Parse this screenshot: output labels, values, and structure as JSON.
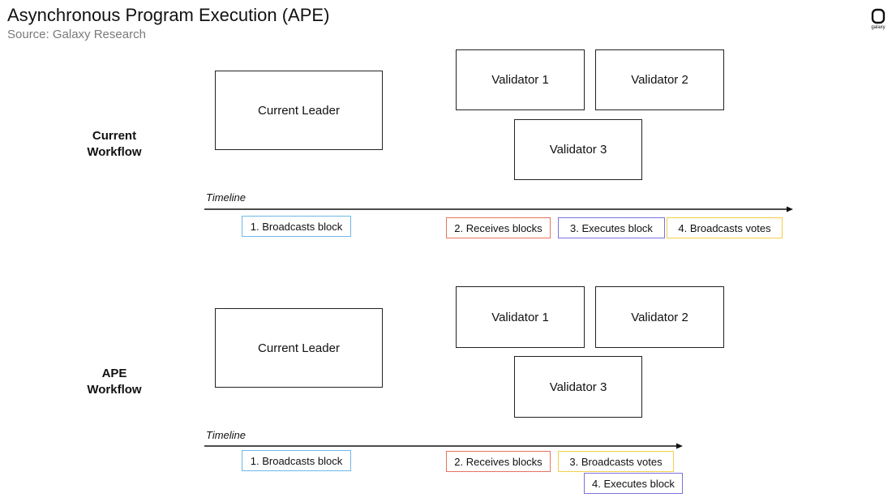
{
  "header": {
    "title": "Asynchronous Program Execution (APE)",
    "source": "Source: Galaxy Research",
    "logo_text": "galaxy",
    "logo_icon": "galaxy-logo-icon"
  },
  "workflows": [
    {
      "label_line1": "Current",
      "label_line2": "Workflow",
      "leader": "Current Leader",
      "validators": [
        "Validator 1",
        "Validator 2",
        "Validator 3"
      ],
      "timeline_label": "Timeline",
      "steps": [
        {
          "text": "1. Broadcasts block",
          "color": "#6fb8e8"
        },
        {
          "text": "2. Receives blocks",
          "color": "#e8735f"
        },
        {
          "text": "3. Executes block",
          "color": "#7b72e0"
        },
        {
          "text": "4. Broadcasts votes",
          "color": "#f2d04a"
        }
      ]
    },
    {
      "label_line1": "APE",
      "label_line2": "Workflow",
      "leader": "Current Leader",
      "validators": [
        "Validator 1",
        "Validator 2",
        "Validator 3"
      ],
      "timeline_label": "Timeline",
      "steps": [
        {
          "text": "1. Broadcasts block",
          "color": "#6fb8e8"
        },
        {
          "text": "2. Receives blocks",
          "color": "#e8735f"
        },
        {
          "text": "3. Broadcasts votes",
          "color": "#f2d04a"
        },
        {
          "text": "4. Executes block",
          "color": "#7b72e0"
        }
      ]
    }
  ]
}
